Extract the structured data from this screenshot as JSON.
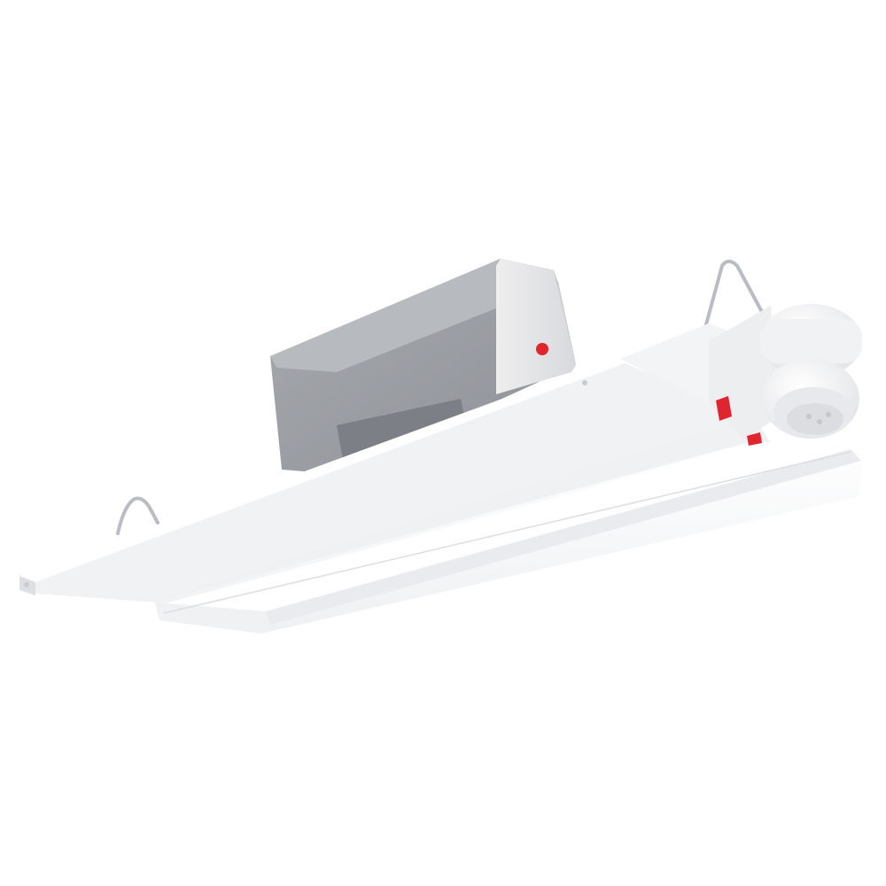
{
  "scene": {
    "subject": "linear-high-bay-light-fixture",
    "background_color": "#ffffff",
    "colors": {
      "housing_white": "#f7f7f8",
      "housing_edge": "#e4e5e8",
      "lens_white": "#fbfbfc",
      "driver_box_gray": "#9a9da3",
      "driver_box_dark": "#7c7f85",
      "driver_box_top": "#dcdde0",
      "indicator_red": "#e0252f",
      "wire_hanger": "#b9bcc2",
      "sensor_white": "#f4f4f6"
    },
    "parts": [
      "fixture-housing",
      "diffuser-lens",
      "driver-box",
      "status-indicator",
      "hanger-hook-left",
      "hanger-hook-right",
      "motion-sensor",
      "sensor-red-tab"
    ]
  }
}
